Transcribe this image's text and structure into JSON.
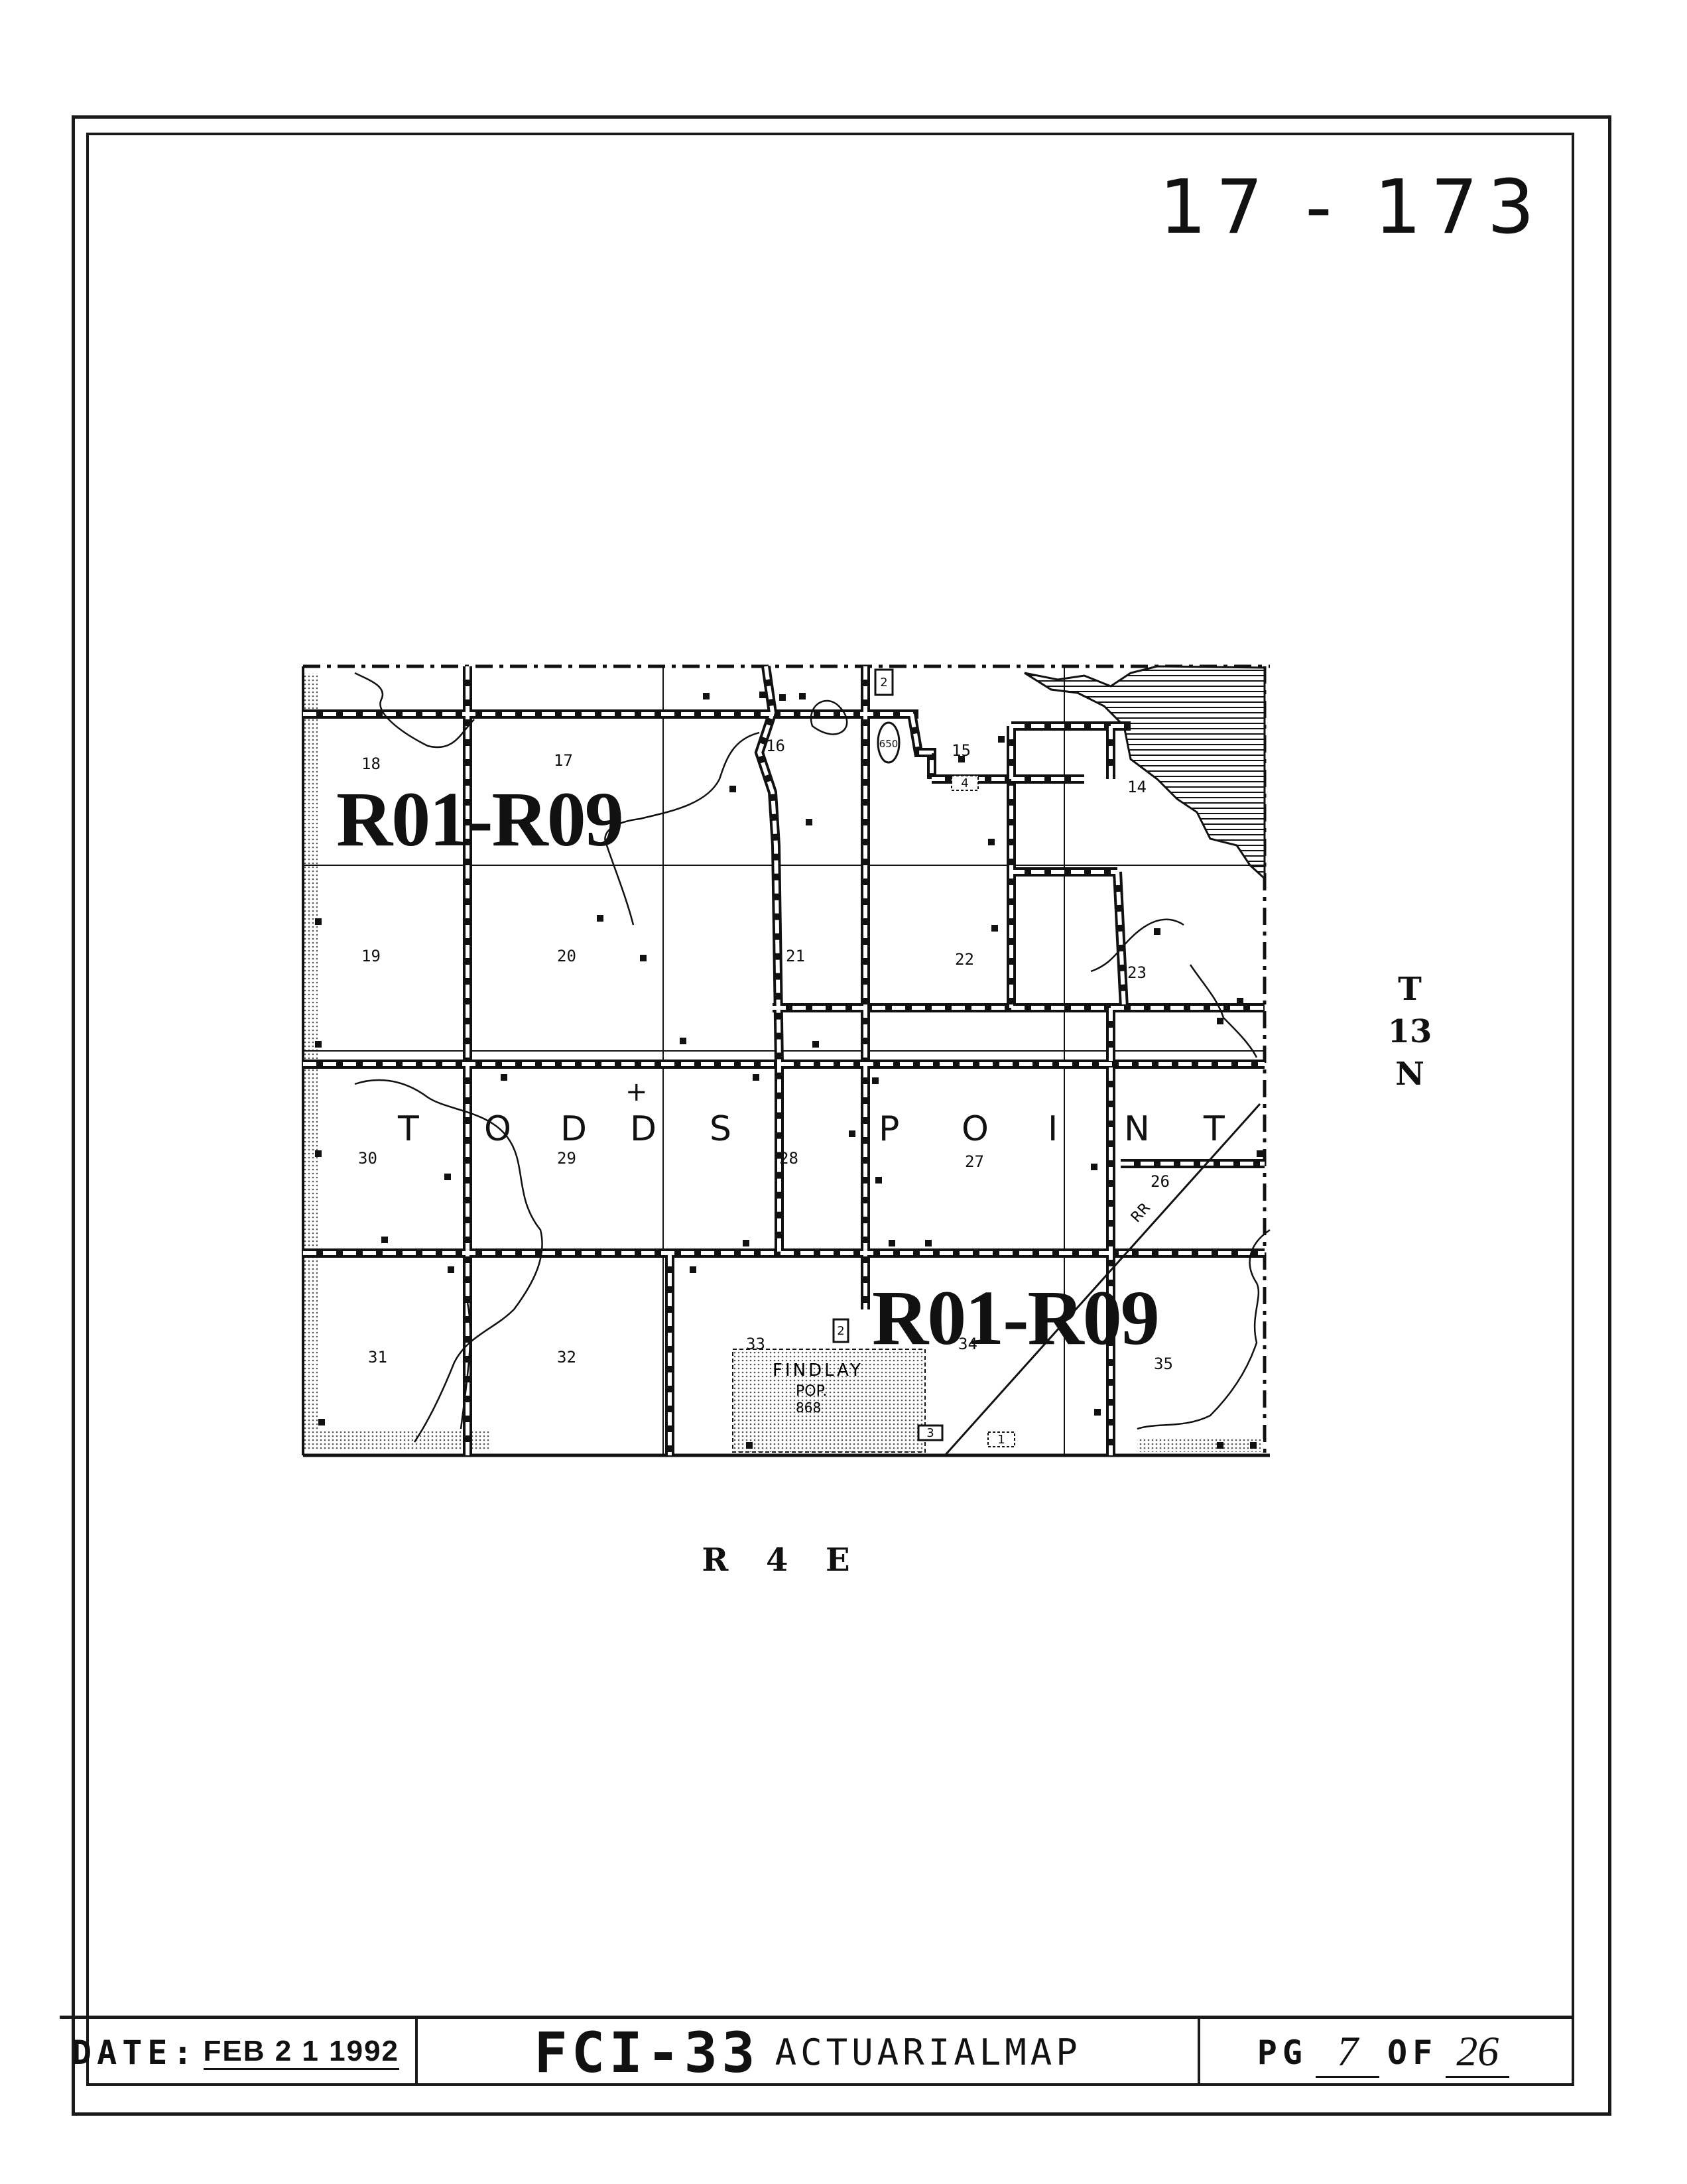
{
  "sheet_number": "17 - 173",
  "map": {
    "sections": {
      "s18": "18",
      "s17": "17",
      "s16": "16",
      "s15": "15",
      "s14": "14",
      "s19": "19",
      "s20": "20",
      "s21": "21",
      "s22": "22",
      "s23": "23",
      "s30": "30",
      "s29": "29",
      "s28": "28",
      "s27": "27",
      "s26": "26",
      "s31": "31",
      "s32": "32",
      "s33": "33",
      "s34": "34",
      "s35": "35"
    },
    "township_name_letters": [
      "T",
      "O",
      "D",
      "D",
      "S",
      "P",
      "O",
      "I",
      "N",
      "T"
    ],
    "rate_zone_label": "R01-R09",
    "town_name": "FINDLAY",
    "town_population_line1": "POP.",
    "town_population_line2": "868",
    "railroad_label": "RR",
    "route_shields": {
      "r650": "650",
      "r2a": "2",
      "r2b": "2",
      "r3": "3",
      "r4": "4",
      "r1": "1"
    }
  },
  "township_label": {
    "t": "T",
    "num": "13",
    "dir": "N"
  },
  "range_label": "R 4 E",
  "footer": {
    "date_label": "DATE:",
    "date_value": "FEB 2 1 1992",
    "form_code": "FCI-33",
    "form_title": "ACTUARIALMAP",
    "page_label": "PG",
    "page_number": "7",
    "of_label": "OF",
    "page_total": "26"
  }
}
